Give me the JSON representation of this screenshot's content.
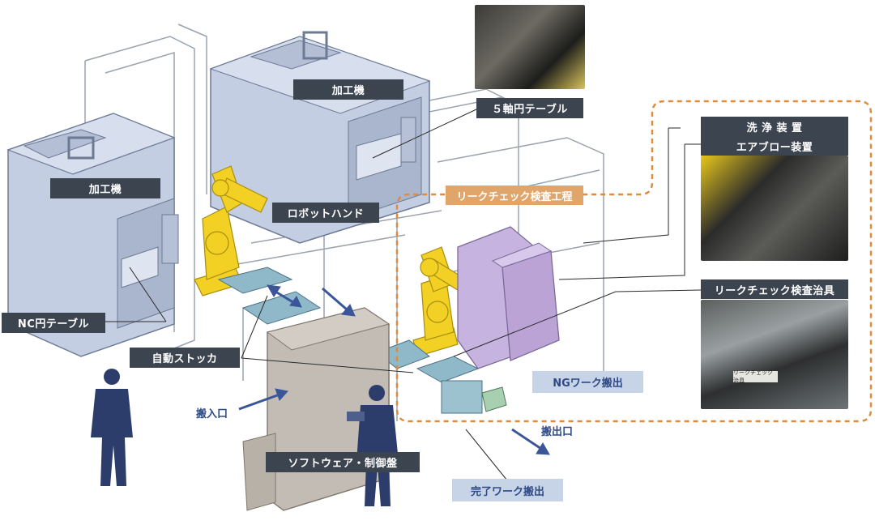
{
  "labels": {
    "machine_right": "加工機",
    "machine_left": "加工機",
    "rotary_table": "５軸円テーブル",
    "robot_hand": "ロボットハンド",
    "nc_table": "NC円テーブル",
    "auto_stocker": "自動ストッカ",
    "software_panel": "ソフトウェア・制御盤",
    "leak_process": "リークチェック検査工程",
    "washer": "洗 浄 装 置",
    "air_blow": "エアブロー装置",
    "leak_jig": "リークチェック検査治具",
    "ng_out": "NGワーク搬出",
    "done_out": "完了ワーク搬出",
    "entry": "搬入口",
    "exit": "搬出口",
    "jig_plate": "リークチェック治具"
  },
  "colors": {
    "machine": "#c4cee2",
    "robot": "#f2d024",
    "person": "#2d3d6b",
    "panel": "#c2bcb4",
    "wash": "#c7b3df",
    "tray": "#8fb8c8",
    "dashed": "#e08a3c",
    "arrow": "#3a5599"
  }
}
